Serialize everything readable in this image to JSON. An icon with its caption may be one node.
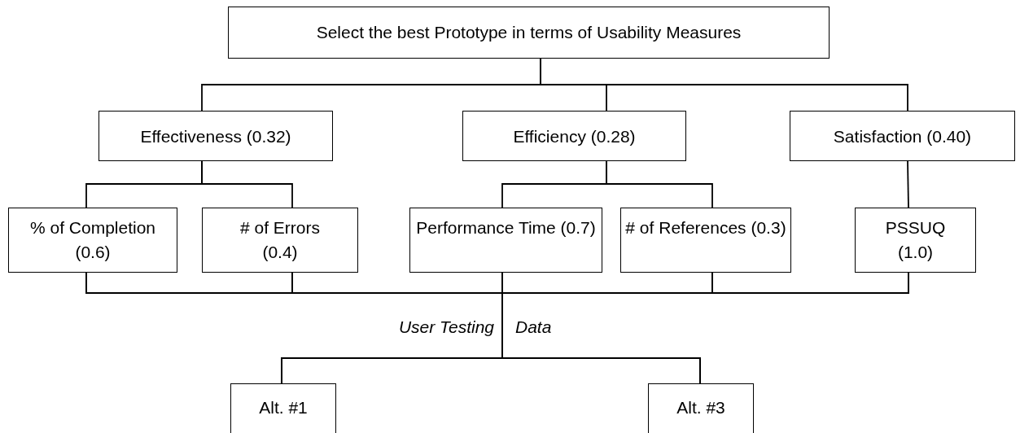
{
  "diagram": {
    "nodes": [
      {
        "text": [
          "Select the best Prototype in terms of Usability Measures"
        ]
      },
      {
        "text": [
          "Effectiveness (0.32)"
        ]
      },
      {
        "text": [
          "Efficiency (0.28)"
        ]
      },
      {
        "text": [
          "Satisfaction (0.40)"
        ]
      },
      {
        "text": [
          "% of Completion (0.6)"
        ]
      },
      {
        "text": [
          "# of Errors (0.4)"
        ]
      },
      {
        "text": [
          "Performance Time (0.7)"
        ]
      },
      {
        "text": [
          "# of References (0.3)"
        ]
      },
      {
        "text": [
          "PSSUQ (1.0)"
        ]
      },
      {
        "text": [
          "Alt. #1"
        ]
      },
      {
        "text": [
          "Alt. #3"
        ]
      }
    ],
    "edges": [
      {
        "from": 0,
        "to": 1,
        "arrow": "none"
      },
      {
        "from": 0,
        "to": 2,
        "arrow": "none"
      },
      {
        "from": 0,
        "to": 3,
        "arrow": "none"
      },
      {
        "from": 1,
        "to": 4,
        "arrow": "none"
      },
      {
        "from": 1,
        "to": 5,
        "arrow": "none"
      },
      {
        "from": 2,
        "to": 6,
        "arrow": "none"
      },
      {
        "from": 2,
        "to": 7,
        "arrow": "none"
      },
      {
        "from": 3,
        "to": 8,
        "arrow": "none"
      },
      {
        "from": 4,
        "to": 9,
        "arrow": "none"
      },
      {
        "from": 4,
        "to": 10,
        "arrow": "none"
      },
      {
        "from": 5,
        "to": 9,
        "arrow": "none"
      },
      {
        "from": 5,
        "to": 10,
        "arrow": "none"
      },
      {
        "from": 6,
        "to": 9,
        "arrow": "none"
      },
      {
        "from": 6,
        "to": 10,
        "arrow": "none"
      },
      {
        "from": 7,
        "to": 9,
        "arrow": "none"
      },
      {
        "from": 7,
        "to": 10,
        "arrow": "none"
      },
      {
        "from": 8,
        "to": 9,
        "arrow": "none"
      },
      {
        "from": 8,
        "to": 10,
        "arrow": "none"
      }
    ],
    "labels": [
      "User Testing",
      "Data"
    ]
  }
}
